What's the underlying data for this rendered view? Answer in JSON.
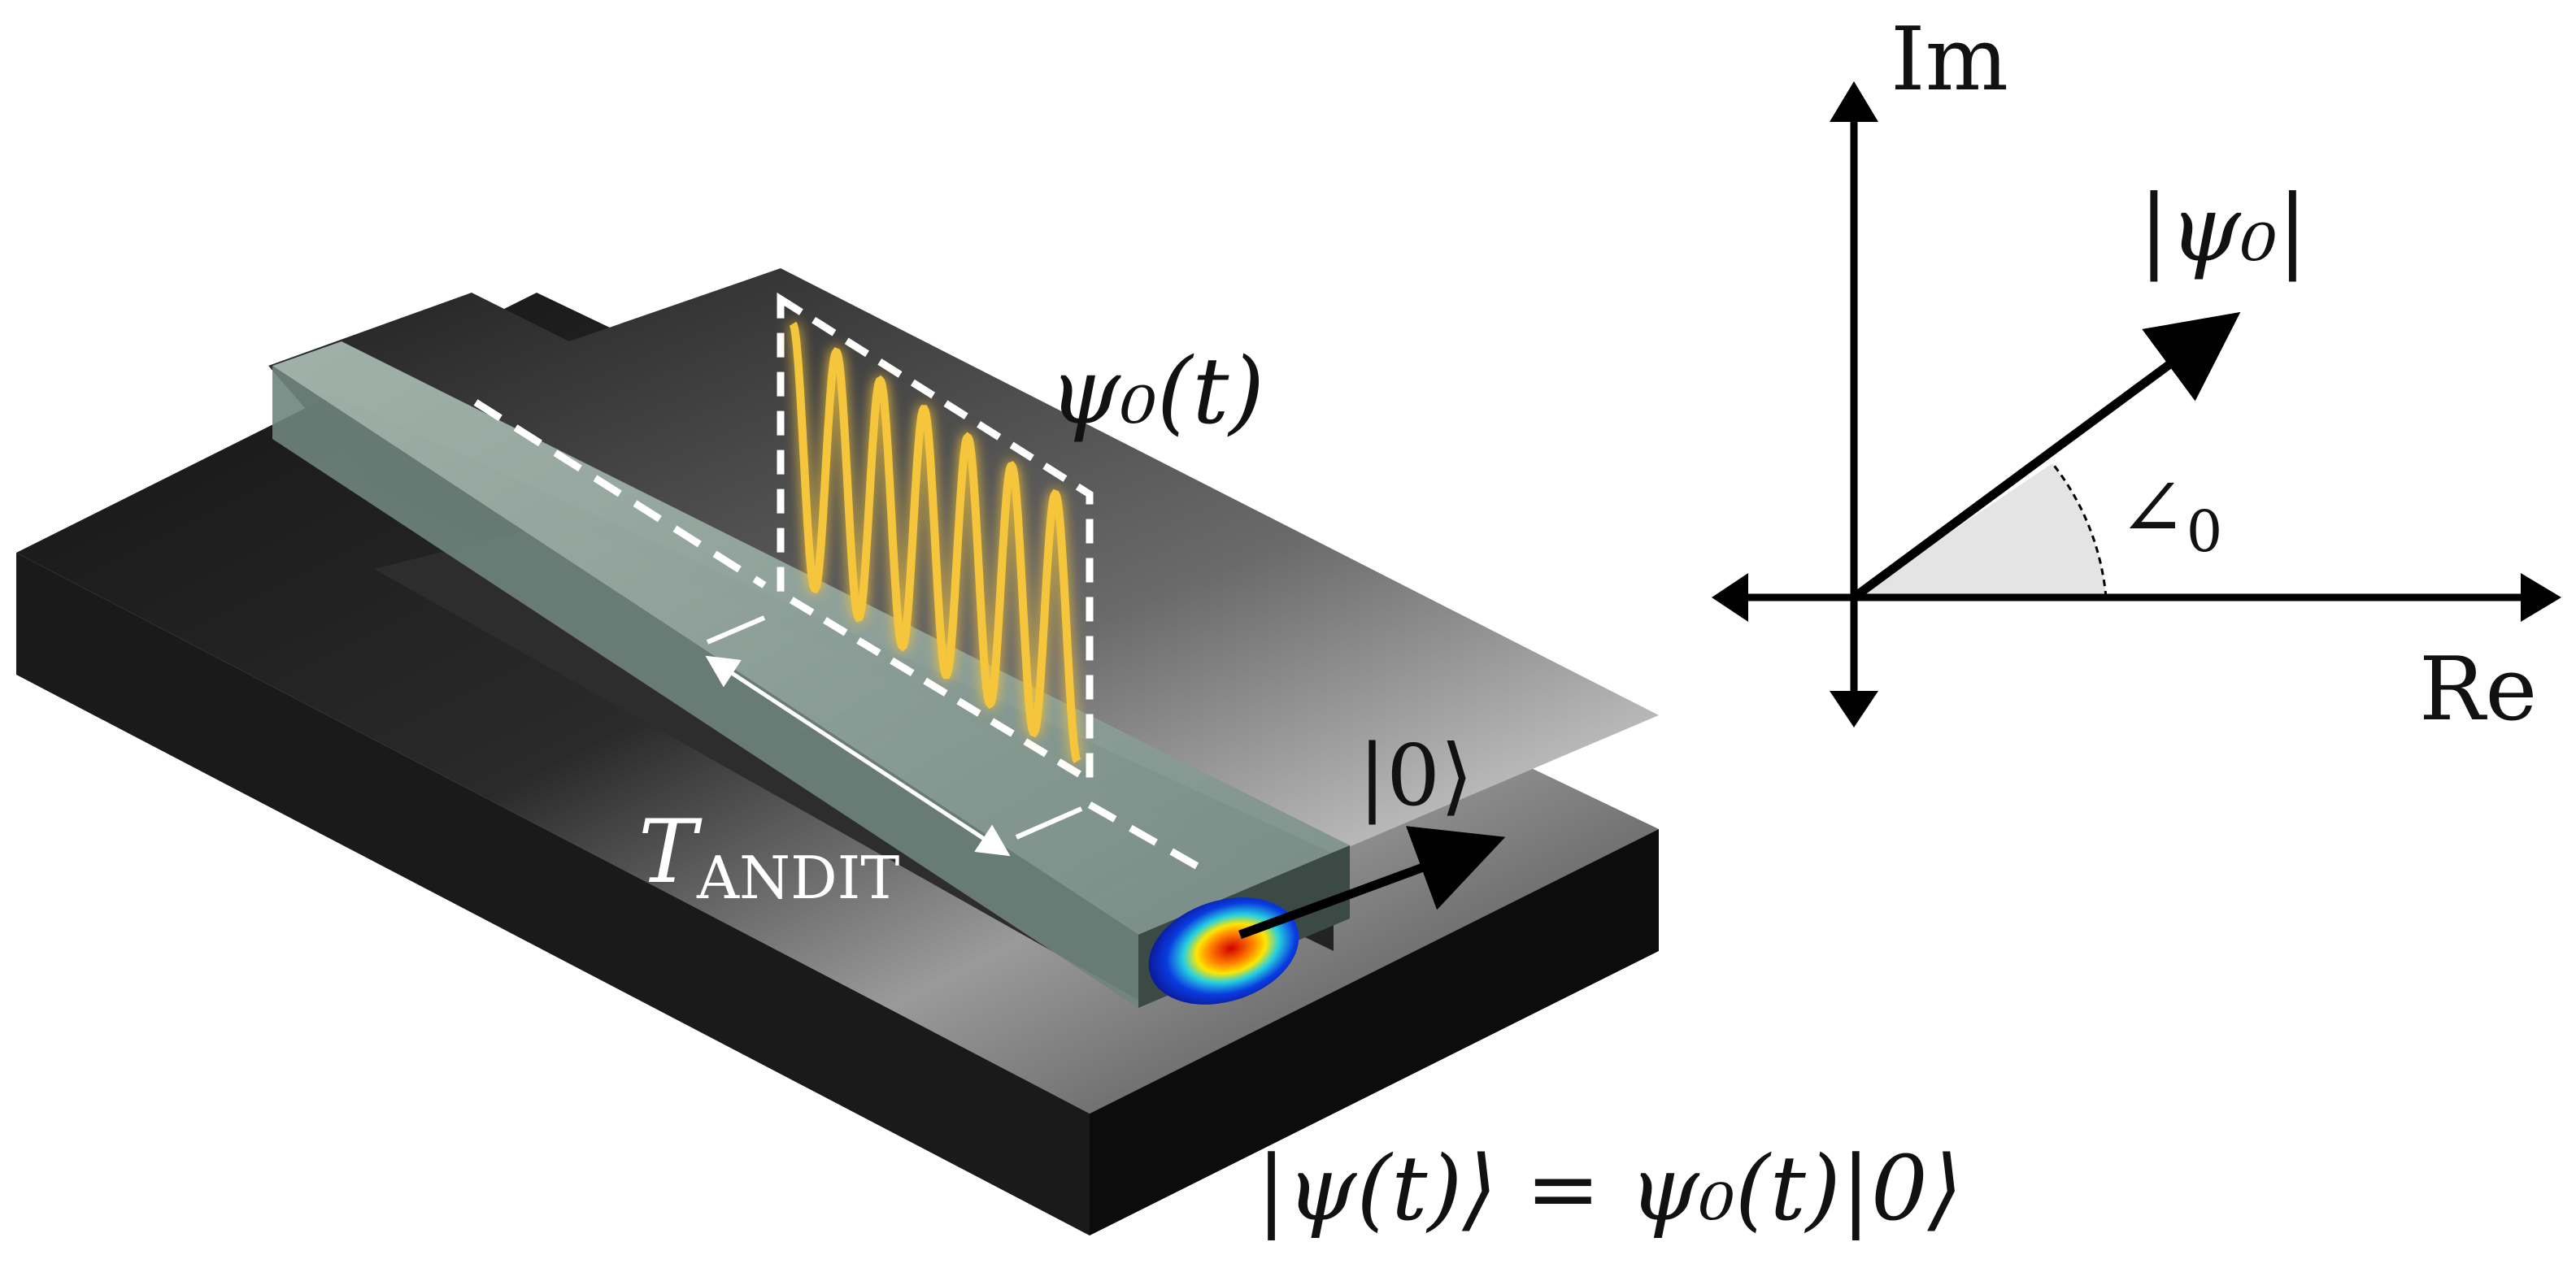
{
  "waveguide_figure": {
    "amplitude_label": "ψ₀(t)",
    "mode_label": "|0⟩",
    "delay_label": {
      "main": "T",
      "subscript": "ANDIT"
    },
    "state_equation": "|ψ(t)⟩ = ψ₀(t)|0⟩"
  },
  "phasor_diagram": {
    "imag_axis_label": "Im",
    "real_axis_label": "Re",
    "magnitude_label": "|ψ₀|",
    "angle_label": {
      "main": "∠",
      "subscript": "0"
    }
  },
  "colors": {
    "chip_dark": "#1c1c1c",
    "ridge_glass": "#8fa49c",
    "wave_glow": "#f5c53a",
    "mode_core": "#d40000",
    "mode_outer": "#0a1fd0",
    "ink": "#000000"
  },
  "icons": [
    "photonic-chip-icon",
    "mode-profile-icon",
    "arrow-icon"
  ]
}
